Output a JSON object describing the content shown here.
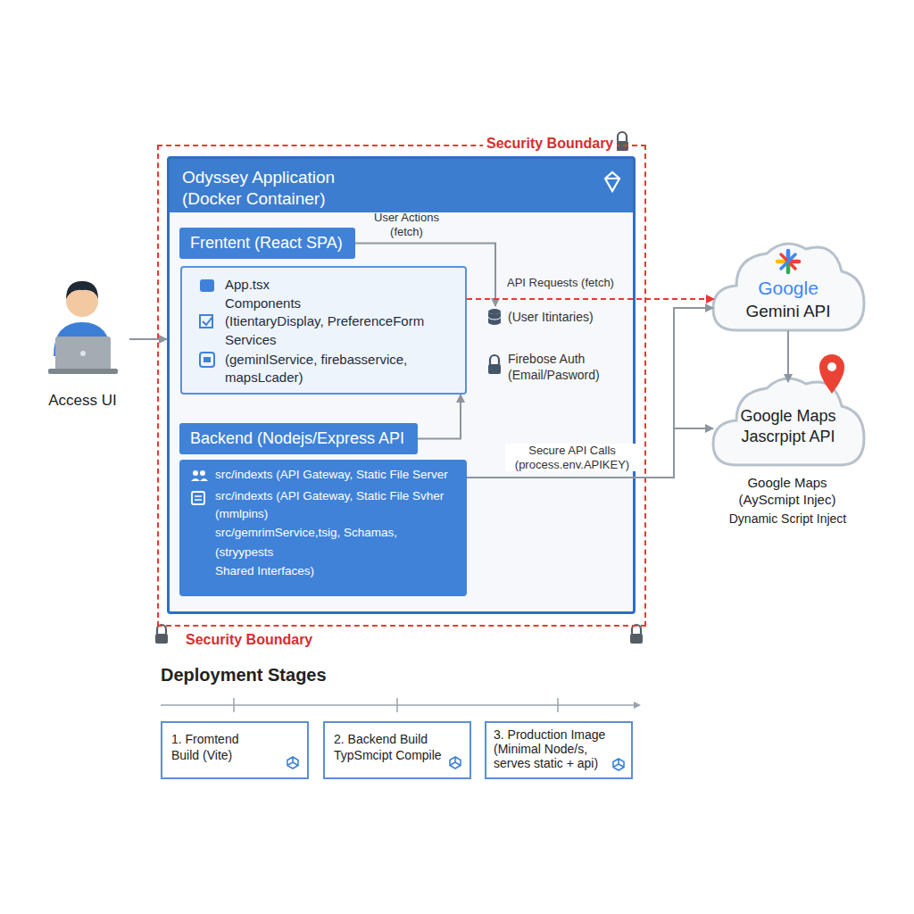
{
  "diagram": {
    "nodes": [
      {
        "text": [
          "Access UI"
        ]
      },
      {
        "text": [
          "Security Boundary",
          "Security Boundary"
        ]
      },
      {
        "text": [
          "Odyssey Application (Docker Container)"
        ],
        "in": 1
      },
      {
        "text": [
          "Frentent (React SPA)"
        ],
        "in": 2
      },
      {
        "text": [
          "App.tsx",
          "Components",
          "(ItientaryDisplay, PreferenceForm",
          "Services",
          "(geminlService, firebasservice, mapsLcader)"
        ],
        "in": 2
      },
      {
        "text": [
          "(User Itintaries)"
        ],
        "in": 2
      },
      {
        "text": [
          "Firebose Auth (Email/Pasword)"
        ],
        "in": 2
      },
      {
        "text": [
          "Backend (Nodejs/Express API"
        ],
        "in": 2
      },
      {
        "text": [
          "src/indexts (API Gateway, Static File Server",
          "src/indexts (API Gateway, Static File Svher",
          "(mmlpins)",
          "src/gemrimService,tsig, Schamas,",
          "(stryypests",
          "Shared Interfaces)"
        ],
        "in": 2
      },
      {
        "text": [
          "Google",
          "Gemini API"
        ]
      },
      {
        "text": [
          "Google Maps Jascrpipt API"
        ]
      },
      {
        "text": [
          "1. Fromtend Build (Vite)"
        ]
      },
      {
        "text": [
          "2. Backend Build TypSmcipt Compile"
        ]
      },
      {
        "text": [
          "3. Production Image (Minimal Node/s, serves static + api)"
        ]
      }
    ],
    "edges": [
      {
        "from": 0,
        "to": 2,
        "arrow": "to"
      },
      {
        "from": 3,
        "to": 5,
        "label": "User Actions (fetch)",
        "arrow": "to"
      },
      {
        "from": 7,
        "to": 4,
        "arrow": "to"
      },
      {
        "from": 4,
        "to": 9,
        "label": "API Requests (fetch)",
        "arrow": "to"
      },
      {
        "from": 8,
        "to": 9,
        "label": "Secure API Calls (process.env.APIKEY)",
        "arrow": "to"
      },
      {
        "from": 8,
        "to": 10,
        "arrow": "to"
      },
      {
        "from": 9,
        "to": 10,
        "arrow": "to"
      }
    ],
    "labels": [
      "Google Maps (AyScmipt Injec)",
      "Dynamic Script Inject",
      "Deployment Stages"
    ]
  }
}
